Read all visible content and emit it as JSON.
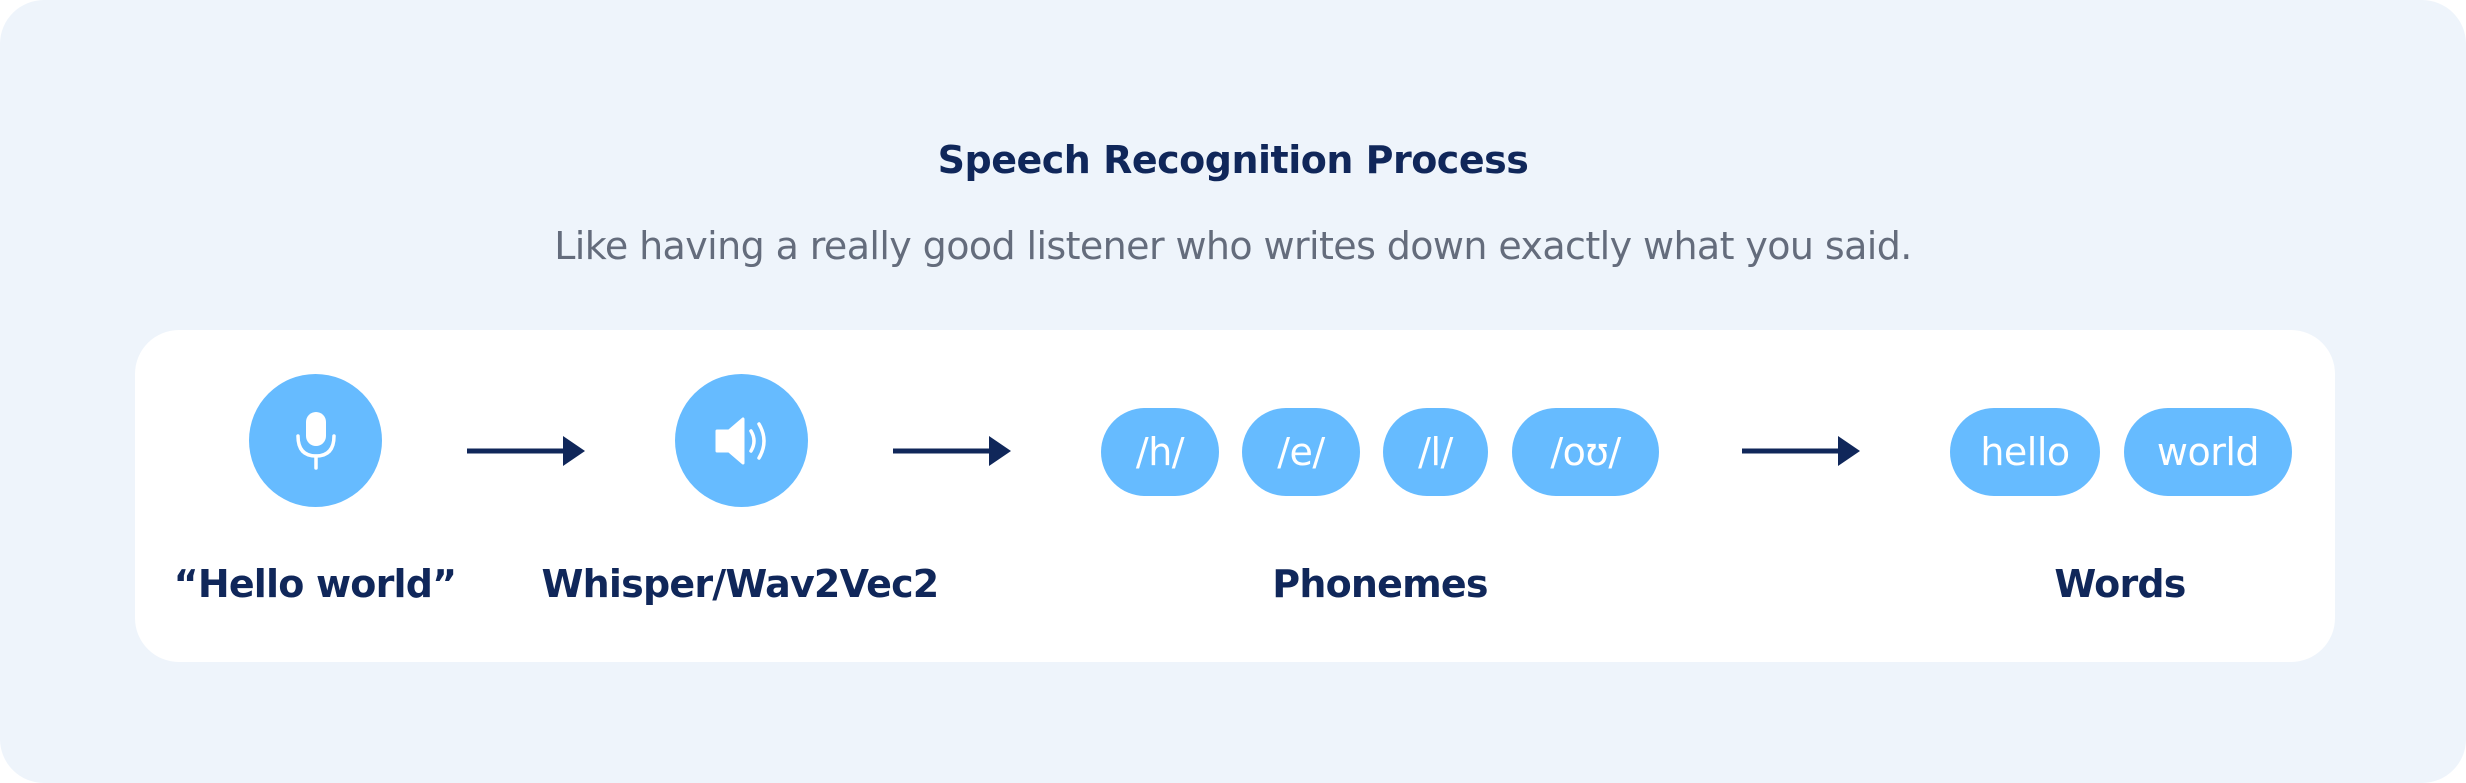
{
  "diagram": {
    "title": "Speech Recognition Process",
    "subtitle": "Like having a really good listener who writes down exactly what you said.",
    "colors": {
      "background": "#eef4fb",
      "panel": "#ffffff",
      "accent": "#66bbff",
      "text_dark": "#10275a",
      "text_muted": "#646c7c"
    },
    "steps": [
      {
        "icon": "microphone-icon",
        "label": "“Hello world”"
      },
      {
        "icon": "speaker-icon",
        "label": "Whisper/Wav2Vec2"
      },
      {
        "label": "Phonemes",
        "items": [
          "/h/",
          "/e/",
          "/l/",
          "/oʊ/"
        ]
      },
      {
        "label": "Words",
        "items": [
          "hello",
          "world"
        ]
      }
    ]
  }
}
